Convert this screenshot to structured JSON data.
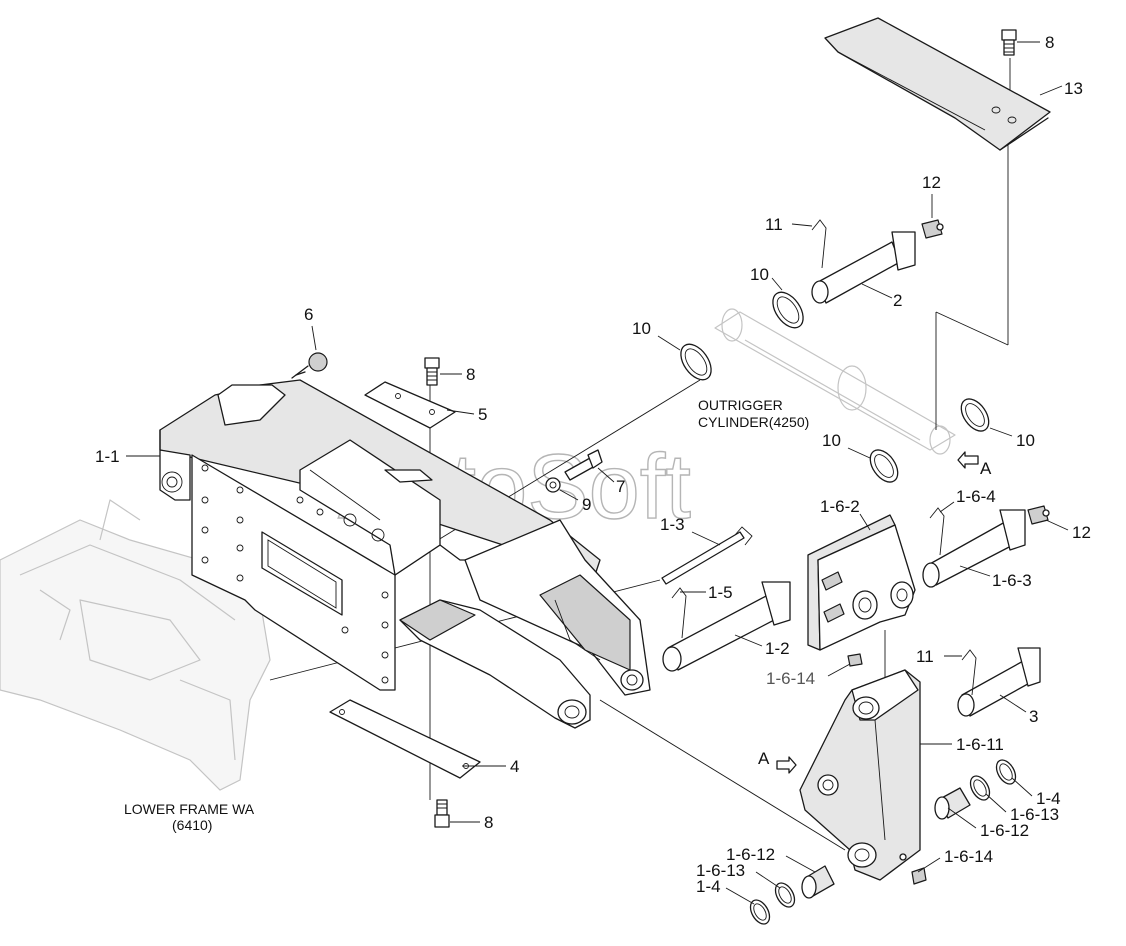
{
  "watermark": "AutoSoft",
  "captions": {
    "outrigger_line1": "OUTRIGGER",
    "outrigger_line2": "CYLINDER(4250)",
    "lower_frame_line1": "LOWER FRAME WA",
    "lower_frame_line2": "(6410)"
  },
  "view_marker": "A",
  "callouts": {
    "c_8_top": "8",
    "c_13": "13",
    "c_12_top": "12",
    "c_11_top": "11",
    "c_10_a": "10",
    "c_2": "2",
    "c_6": "6",
    "c_8_mid": "8",
    "c_10_b": "10",
    "c_5": "5",
    "c_1_1": "1-1",
    "c_7": "7",
    "c_9": "9",
    "c_10_c": "10",
    "c_10_d": "10",
    "c_1_6_2": "1-6-2",
    "c_1_6_4": "1-6-4",
    "c_12_right": "12",
    "c_1_3": "1-3",
    "c_1_5": "1-5",
    "c_1_6_3": "1-6-3",
    "c_1_2": "1-2",
    "c_1_6_14_top": "1-6-14",
    "c_11_low": "11",
    "c_3": "3",
    "c_1_6_11": "1-6-11",
    "c_4": "4",
    "c_1_4_right": "1-4",
    "c_1_6_13_right": "1-6-13",
    "c_1_6_12_right": "1-6-12",
    "c_8_bottom": "8",
    "c_1_6_12_left": "1-6-12",
    "c_1_6_14_low": "1-6-14",
    "c_1_6_13_left": "1-6-13",
    "c_1_4_left": "1-4"
  }
}
